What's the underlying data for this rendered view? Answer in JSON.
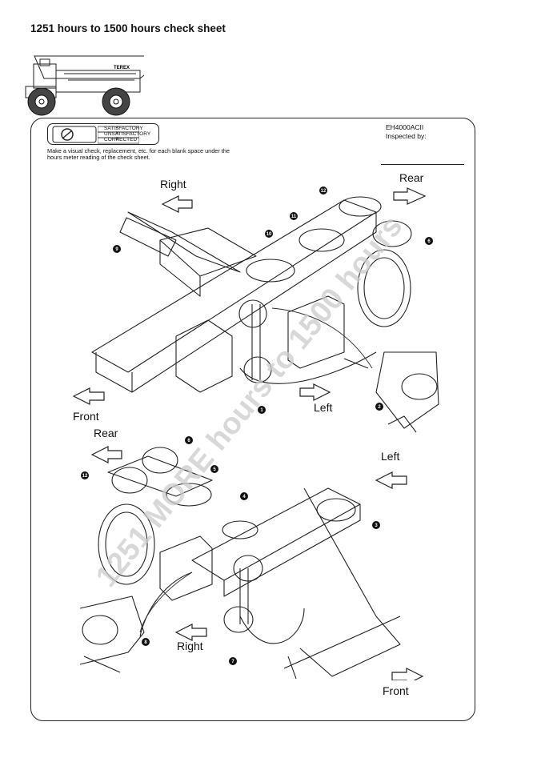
{
  "page": {
    "title": "1251 hours to 1500 hours check sheet"
  },
  "legend": {
    "items": [
      "SATISFACTORY",
      "UNSATISFACTORY",
      "CORRECTED"
    ],
    "symbols": [
      "✓",
      "✕",
      "⊘"
    ]
  },
  "instructions": "Make a visual check, replacement, etc. for each blank space under the hours meter reading of the check sheet.",
  "model": "EH4000ACII",
  "inspected_by": "Inspected by:",
  "directions": {
    "right": "Right",
    "rear": "Rear",
    "front": "Front",
    "left": "Left"
  },
  "points": [
    "1",
    "2",
    "3",
    "4",
    "5",
    "6",
    "7",
    "8",
    "9",
    "10",
    "11",
    "12"
  ],
  "watermark": "1251 MORE hours to 1500 hours"
}
